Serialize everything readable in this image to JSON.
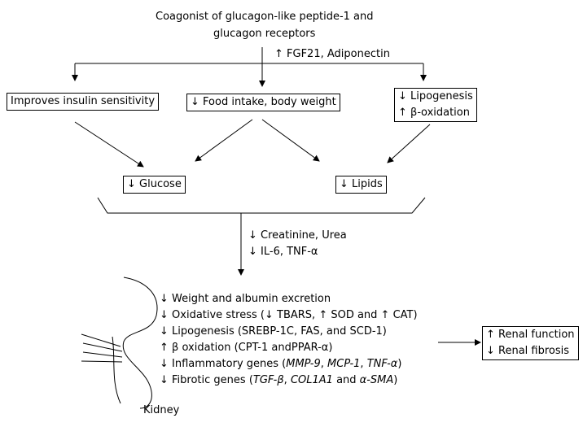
{
  "title": {
    "line1": "Coagonist of glucagon-like peptide-1 and",
    "line2": "glucagon receptors"
  },
  "top_effect": "↑ FGF21, Adiponectin",
  "boxes": {
    "insulin": "Improves insulin sensitivity",
    "food": "↓ Food intake, body weight",
    "lipogenesis": "↓ Lipogenesis",
    "beta_oxidation": "↑ β-oxidation",
    "glucose": "↓ Glucose",
    "lipids": "↓ Lipids"
  },
  "middle_effects": {
    "line1": "↓ Creatinine, Urea",
    "line2": "↓ IL-6, TNF-α"
  },
  "kidney_effects": {
    "l1": "↓ Weight and albumin excretion",
    "l2": "↓ Oxidative stress (↓ TBARS, ↑ SOD and ↑ CAT)",
    "l3": "↓ Lipogenesis (SREBP-1C, FAS, and SCD-1)",
    "l4": "↑ β oxidation (CPT-1 andPPAR-α)",
    "l5_prefix": "↓ Inflammatory genes (",
    "l5_g1": "MMP-9",
    "l5_sep1": ", ",
    "l5_g2": "MCP-1",
    "l5_sep2": ", ",
    "l5_g3": "TNF-α",
    "l5_suffix": ")",
    "l6_prefix": "↓ Fibrotic genes (",
    "l6_g1": "TGF-β",
    "l6_sep1": ", ",
    "l6_g2": "COL1A1",
    "l6_sep2": " and ",
    "l6_g3": "α-SMA",
    "l6_suffix": ")"
  },
  "kidney_label": "Kidney",
  "outcomes": {
    "renal_function": "↑ Renal function",
    "renal_fibrosis": "↓ Renal fibrosis"
  }
}
